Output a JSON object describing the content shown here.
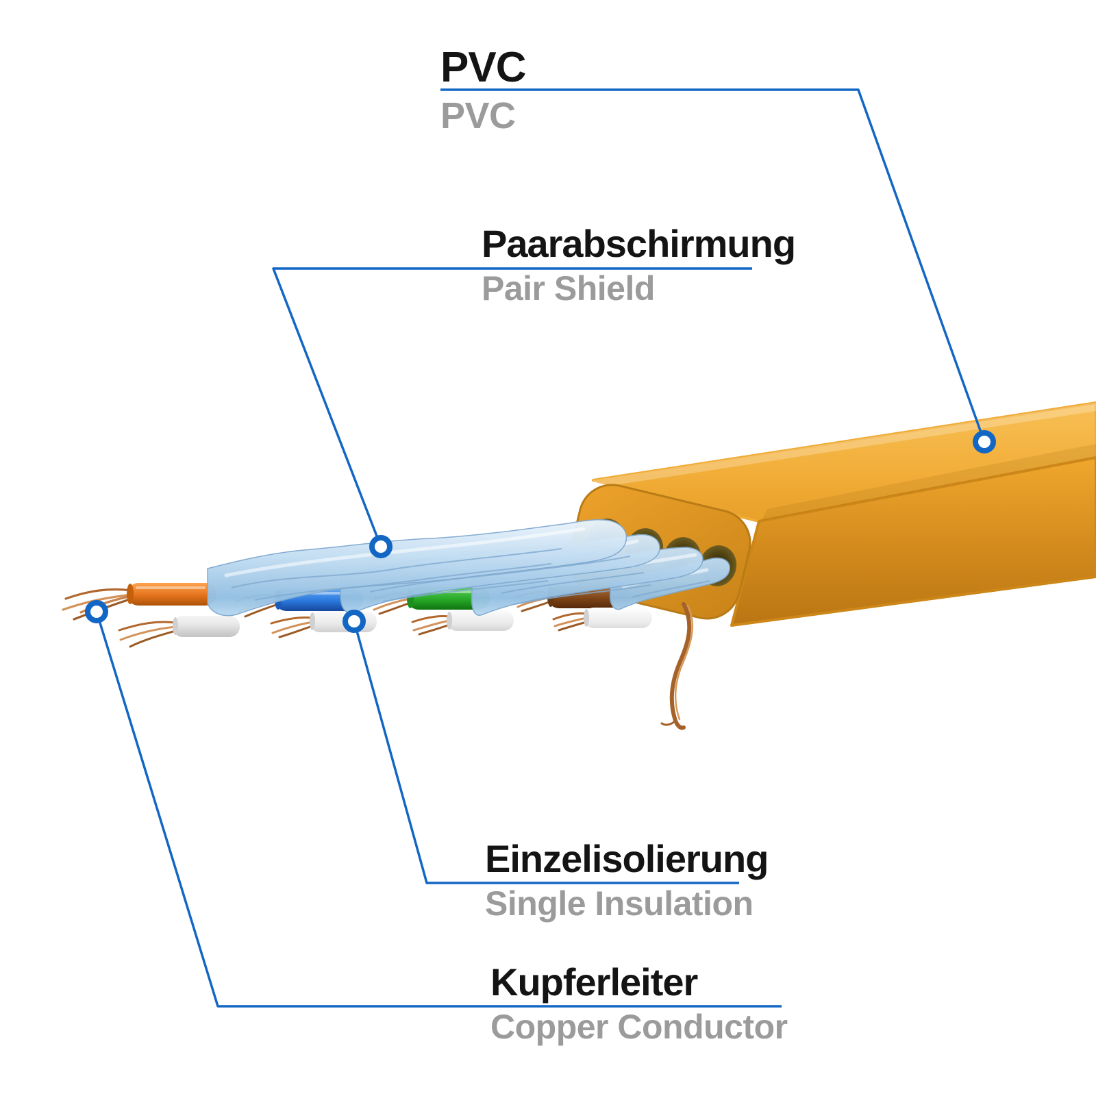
{
  "labels": {
    "pvc": {
      "title": "PVC",
      "subtitle": "PVC"
    },
    "pair_shield": {
      "title": "Paarabschirmung",
      "subtitle": "Pair Shield"
    },
    "single_insulation": {
      "title": "Einzelisolierung",
      "subtitle": "Single Insulation"
    },
    "copper_conductor": {
      "title": "Kupferleiter",
      "subtitle": "Copper Conductor"
    }
  },
  "colors": {
    "callout_line": "#1266c4",
    "title_text": "#141414",
    "subtitle_text": "#9b9b9b",
    "jacket": "#eda62e",
    "foil_shield": "#bcd9f0",
    "copper": "#b2672c",
    "wire_orange": "#e4731c",
    "wire_blue": "#2a78dd",
    "wire_green": "#27a827",
    "wire_brown": "#7e4517",
    "white_wire": "#ededed"
  }
}
